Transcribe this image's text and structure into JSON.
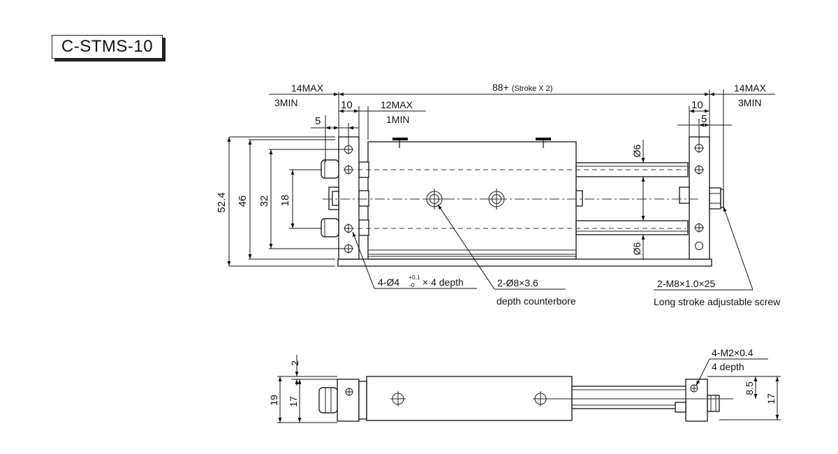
{
  "title": "C-STMS-10",
  "top_view": {
    "left_max": "14MAX",
    "left_min": "3MIN",
    "dim_10_left": "10",
    "dim_12max": "12MAX",
    "dim_1min": "1MIN",
    "dim_5_left": "5",
    "overall_main": "88+",
    "overall_paren": "(Stroke X 2)",
    "right_max": "14MAX",
    "right_min": "3MIN",
    "dim_10_right": "10",
    "dim_5_right": "5",
    "h_52_4": "52.4",
    "h_46": "46",
    "h_32": "32",
    "h_18": "18",
    "phi6_top": "Ø6",
    "phi6_bottom": "Ø6",
    "callout_holes_main": "4-Ø4",
    "callout_holes_tol_upper": "+0.1",
    "callout_holes_tol_lower": "-0",
    "callout_holes_depth": "× 4 depth",
    "callout_cbore_main": "2-Ø8×3.6",
    "callout_cbore_sub": "depth counterbore",
    "callout_screw_main": "2-M8×1.0×25",
    "callout_screw_sub": "Long stroke adjustable screw"
  },
  "side_view": {
    "dim_2": "2",
    "dim_19": "19",
    "dim_17_left": "17",
    "callout_tap_main": "4-M2×0.4",
    "callout_tap_sub": "4 depth",
    "dim_8_5": "8.5",
    "dim_17_right": "17"
  }
}
